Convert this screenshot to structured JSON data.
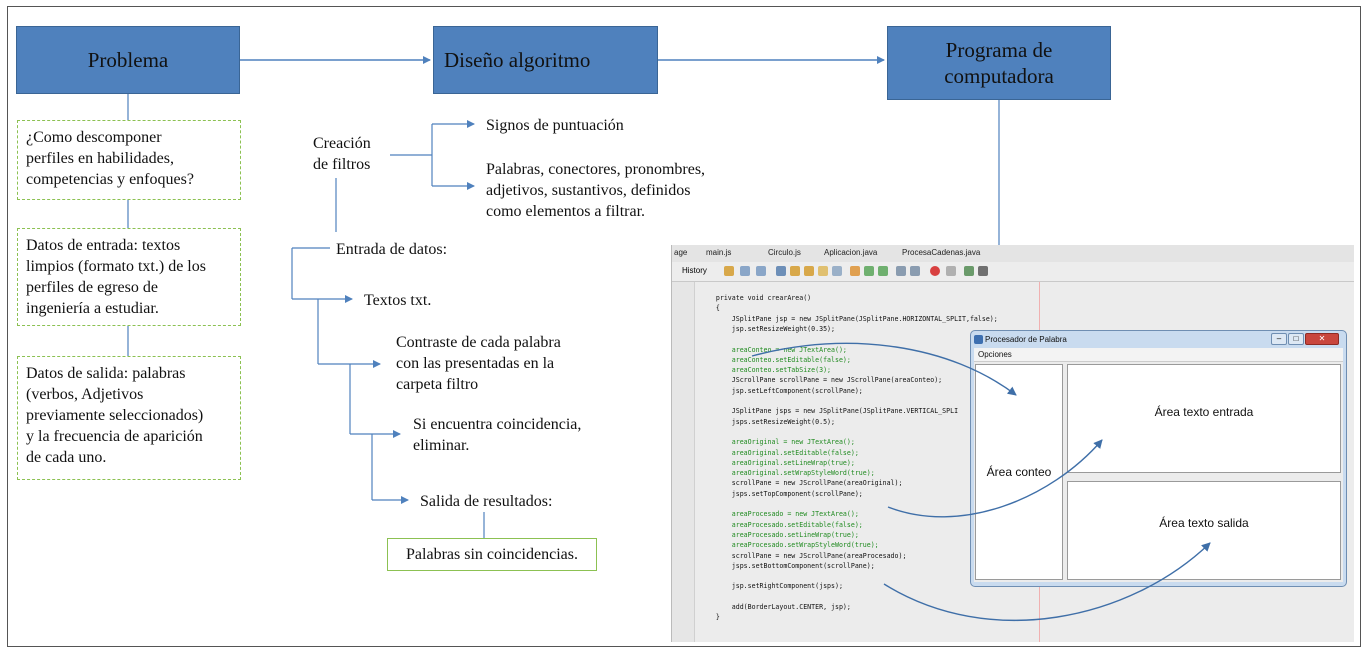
{
  "boxes": {
    "problema": "Problema",
    "diseno": "Diseño algoritmo",
    "programa": "Programa de\ncomputadora"
  },
  "left_column": {
    "pregunta": "¿Como descomponer\nperfiles en habilidades,\ncompetencias y enfoques?",
    "entrada": "Datos de entrada: textos\nlimpios (formato txt.) de los\nperfiles de egreso de\ningeniería a estudiar.",
    "salida": "Datos de salida: palabras\n(verbos, Adjetivos\npreviamente seleccionados)\ny la frecuencia de aparición\nde cada uno."
  },
  "algorithm": {
    "creacion": "Creación\nde filtros",
    "signos": "Signos de puntuación",
    "palabras": "Palabras, conectores, pronombres,\nadjetivos, sustantivos, definidos\ncomo elementos a filtrar.",
    "entrada_datos": "Entrada de datos:",
    "textos": "Textos txt.",
    "contraste": "Contraste de cada palabra\ncon las presentadas en la\ncarpeta filtro",
    "coincidencia": "Si encuentra coincidencia,\neliminar.",
    "salida_resultados": "Salida de resultados:",
    "sin_coincidencias": "Palabras sin coincidencias."
  },
  "ide": {
    "tabs": [
      "age",
      "main.js",
      "Circulo.js",
      "Aplicacion.java",
      "ProcesaCadenas.java"
    ],
    "history_label": "History",
    "code_lines": [
      {
        "text": "    private void crearArea()",
        "kind": "code"
      },
      {
        "text": "    {",
        "kind": "code"
      },
      {
        "text": "        JSplitPane jsp = new JSplitPane(JSplitPane.HORIZONTAL_SPLIT,false);",
        "kind": "code"
      },
      {
        "text": "        jsp.setResizeWeight(0.35);",
        "kind": "code"
      },
      {
        "text": "",
        "kind": "code"
      },
      {
        "text": "        areaConteo = new JTextArea();",
        "kind": "field"
      },
      {
        "text": "        areaConteo.setEditable(false);",
        "kind": "field"
      },
      {
        "text": "        areaConteo.setTabSize(3);",
        "kind": "field"
      },
      {
        "text": "        JScrollPane scrollPane = new JScrollPane(areaConteo);",
        "kind": "code"
      },
      {
        "text": "        jsp.setLeftComponent(scrollPane);",
        "kind": "code"
      },
      {
        "text": "",
        "kind": "code"
      },
      {
        "text": "        JSplitPane jsps = new JSplitPane(JSplitPane.VERTICAL_SPLI",
        "kind": "code"
      },
      {
        "text": "        jsps.setResizeWeight(0.5);",
        "kind": "code"
      },
      {
        "text": "",
        "kind": "code"
      },
      {
        "text": "        areaOriginal = new JTextArea();",
        "kind": "field"
      },
      {
        "text": "        areaOriginal.setEditable(false);",
        "kind": "field"
      },
      {
        "text": "        areaOriginal.setLineWrap(true);",
        "kind": "field"
      },
      {
        "text": "        areaOriginal.setWrapStyleWord(true);",
        "kind": "field"
      },
      {
        "text": "        scrollPane = new JScrollPane(areaOriginal);",
        "kind": "code"
      },
      {
        "text": "        jsps.setTopComponent(scrollPane);",
        "kind": "code"
      },
      {
        "text": "",
        "kind": "code"
      },
      {
        "text": "        areaProcesado = new JTextArea();",
        "kind": "field"
      },
      {
        "text": "        areaProcesado.setEditable(false);",
        "kind": "field"
      },
      {
        "text": "        areaProcesado.setLineWrap(true);",
        "kind": "field"
      },
      {
        "text": "        areaProcesado.setWrapStyleWord(true);",
        "kind": "field"
      },
      {
        "text": "        scrollPane = new JScrollPane(areaProcesado);",
        "kind": "code"
      },
      {
        "text": "        jsps.setBottomComponent(scrollPane);",
        "kind": "code"
      },
      {
        "text": "",
        "kind": "code"
      },
      {
        "text": "        jsp.setRightComponent(jsps);",
        "kind": "code"
      },
      {
        "text": "",
        "kind": "code"
      },
      {
        "text": "        add(BorderLayout.CENTER, jsp);",
        "kind": "code"
      },
      {
        "text": "    }",
        "kind": "code"
      }
    ]
  },
  "window": {
    "title": "Procesador de Palabra",
    "menu": "Opciones",
    "area_conteo": "Área conteo",
    "area_entrada": "Área texto entrada",
    "area_salida": "Área texto salida"
  },
  "colors": {
    "box_blue": "#4f81bd",
    "arrow_blue": "#4f81bd",
    "dashed_green": "#8cc152"
  }
}
